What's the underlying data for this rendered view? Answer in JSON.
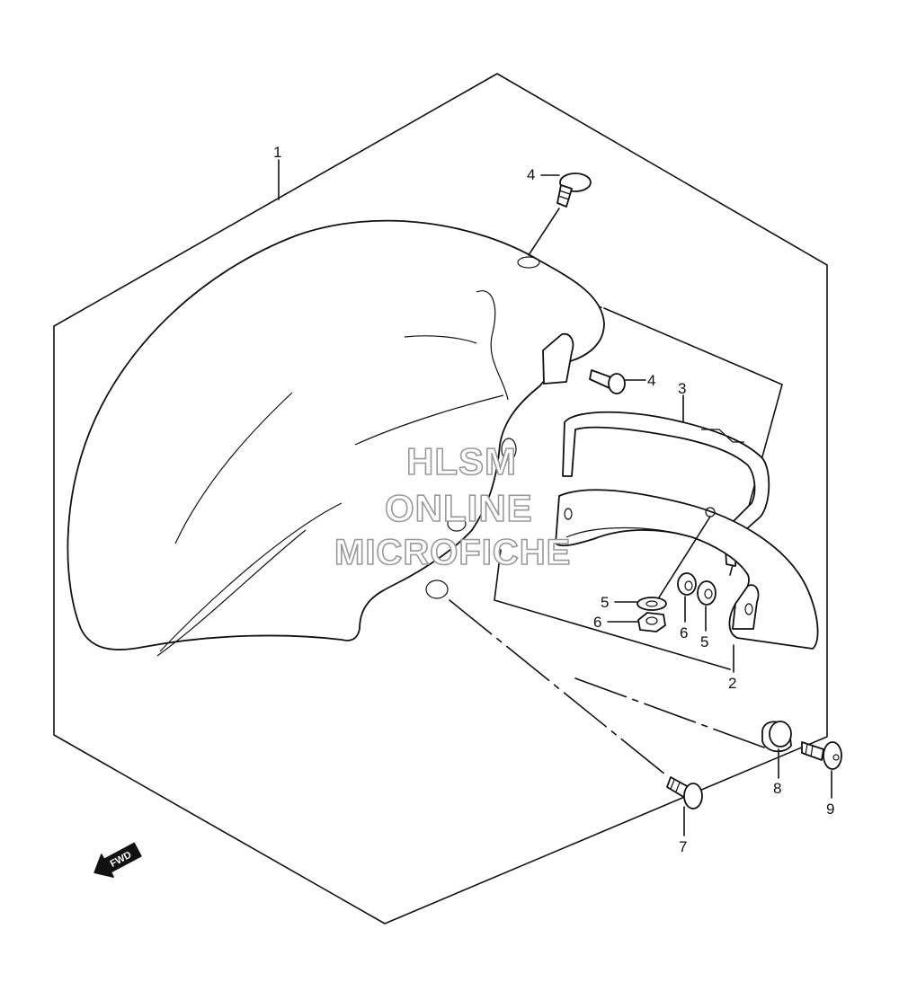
{
  "callouts": [
    {
      "id": "1",
      "label": "1"
    },
    {
      "id": "2",
      "label": "2"
    },
    {
      "id": "3",
      "label": "3"
    },
    {
      "id": "4a",
      "label": "4"
    },
    {
      "id": "4b",
      "label": "4"
    },
    {
      "id": "5a",
      "label": "5"
    },
    {
      "id": "5b",
      "label": "5"
    },
    {
      "id": "6a",
      "label": "6"
    },
    {
      "id": "6b",
      "label": "6"
    },
    {
      "id": "7",
      "label": "7"
    },
    {
      "id": "8",
      "label": "8"
    },
    {
      "id": "9",
      "label": "9"
    }
  ],
  "watermark": {
    "line1": "HLSM",
    "line2": "ONLINE",
    "line3": "MICROFICHE"
  },
  "direction_arrow": {
    "label": "FWD"
  }
}
